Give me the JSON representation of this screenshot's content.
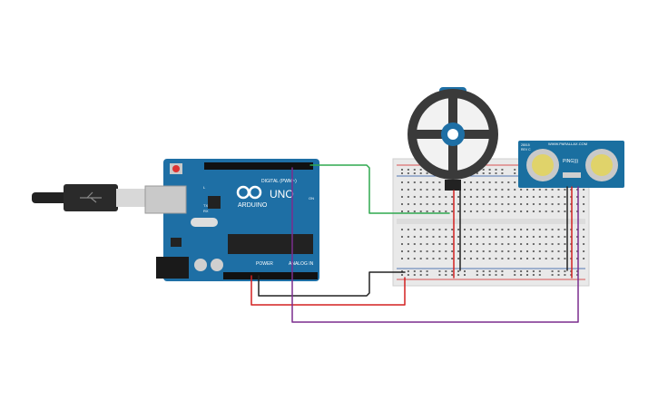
{
  "arduino": {
    "brand": "ARDUINO",
    "model": "UNO",
    "header_digital": "DIGITAL (PWM~)",
    "header_power": "POWER",
    "header_analog": "ANALOG IN",
    "tx": "TX",
    "rx": "RX",
    "on": "ON",
    "l": "L"
  },
  "sensor": {
    "brand": "WWW.PARALLAX.COM",
    "model": "PING)))",
    "rev": "28015",
    "rev2": "REV C"
  },
  "colors": {
    "board": "#1e6fa5",
    "breadboard": "#e9e9e9",
    "wire_green": "#2fa84f",
    "wire_red": "#d32020",
    "wire_black": "#222222",
    "wire_purple": "#7b2d8e",
    "sensor_board": "#1a6fa0",
    "servo_wheel": "#333333"
  }
}
